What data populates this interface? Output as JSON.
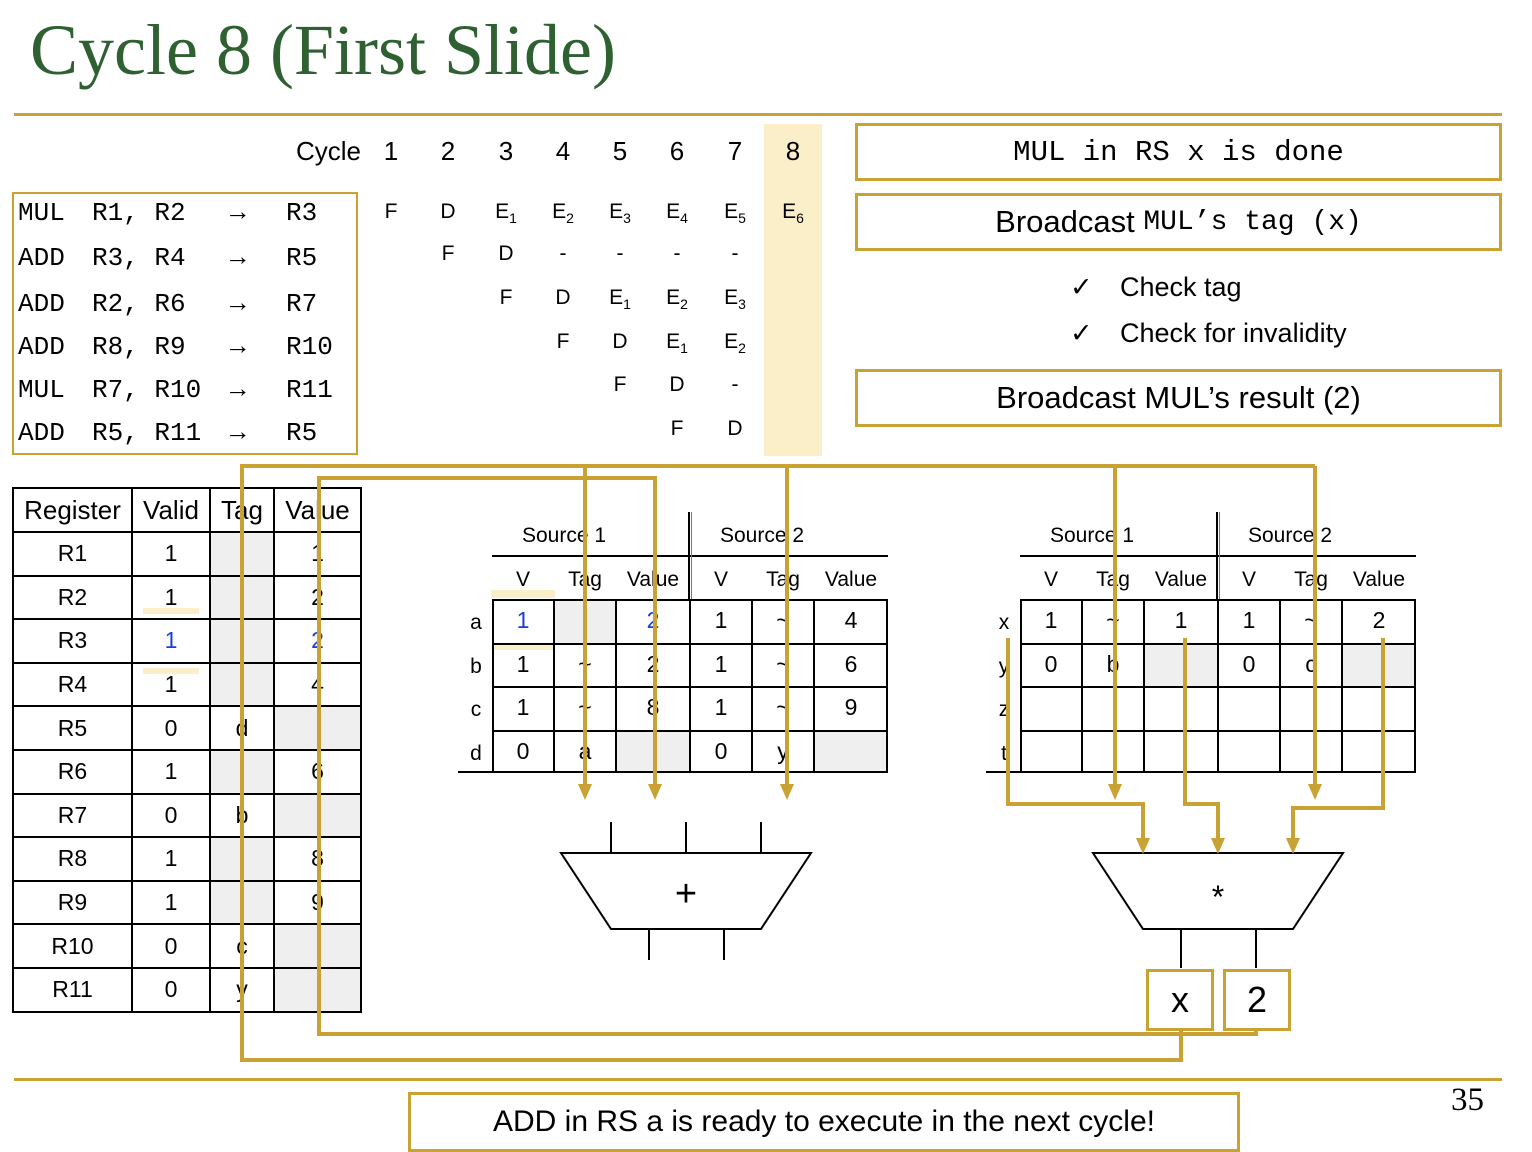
{
  "title": "Cycle 8 (First Slide)",
  "page_number": "35",
  "accent_color": "#c9a233",
  "title_color": "#2f6032",
  "highlight_color": "#fbefc9",
  "timeline": {
    "cycle_label": "Cycle",
    "cycles": [
      "1",
      "2",
      "3",
      "4",
      "5",
      "6",
      "7",
      "8"
    ],
    "rows": [
      [
        "F",
        "D",
        "E1",
        "E2",
        "E3",
        "E4",
        "E5",
        "E6"
      ],
      [
        "",
        "F",
        "D",
        "-",
        "-",
        "-",
        "-",
        ""
      ],
      [
        "",
        "",
        "F",
        "D",
        "E1",
        "E2",
        "E3",
        ""
      ],
      [
        "",
        "",
        "",
        "F",
        "D",
        "E1",
        "E2",
        ""
      ],
      [
        "",
        "",
        "",
        "",
        "F",
        "D",
        "-",
        ""
      ],
      [
        "",
        "",
        "",
        "",
        "",
        "F",
        "D",
        ""
      ]
    ]
  },
  "instructions": [
    {
      "op": "MUL",
      "srcs": "R1, R2",
      "arrow": "→",
      "dst": "R3"
    },
    {
      "op": "ADD",
      "srcs": "R3, R4",
      "arrow": "→",
      "dst": "R5"
    },
    {
      "op": "ADD",
      "srcs": "R2, R6",
      "arrow": "→",
      "dst": "R7"
    },
    {
      "op": "ADD",
      "srcs": "R8, R9",
      "arrow": "→",
      "dst": "R10"
    },
    {
      "op": "MUL",
      "srcs": "R7, R10",
      "arrow": "→",
      "dst": "R11"
    },
    {
      "op": "ADD",
      "srcs": "R5, R11",
      "arrow": "→",
      "dst": "R5"
    }
  ],
  "notes": {
    "box1": "MUL in RS x is done",
    "box2_a": "Broadcast ",
    "box2_b": "MUL’s tag (x)",
    "check_mark": "✓",
    "check1": "Check tag",
    "check2": "Check for invalidity",
    "box3": "Broadcast MUL’s result (2)",
    "bottom": "ADD in RS a is ready to execute in the next cycle!"
  },
  "register_file": {
    "headers": [
      "Register",
      "Valid",
      "Tag",
      "Value"
    ],
    "rows": [
      [
        "R1",
        "1",
        "",
        "1"
      ],
      [
        "R2",
        "1",
        "",
        "2"
      ],
      [
        "R3",
        "1",
        "",
        "2"
      ],
      [
        "R4",
        "1",
        "",
        "4"
      ],
      [
        "R5",
        "0",
        "d",
        ""
      ],
      [
        "R6",
        "1",
        "",
        "6"
      ],
      [
        "R7",
        "0",
        "b",
        ""
      ],
      [
        "R8",
        "1",
        "",
        "8"
      ],
      [
        "R9",
        "1",
        "",
        "9"
      ],
      [
        "R10",
        "0",
        "c",
        ""
      ],
      [
        "R11",
        "0",
        "y",
        ""
      ]
    ]
  },
  "rs_add": {
    "source1": "Source 1",
    "source2": "Source 2",
    "col_headers": [
      "V",
      "Tag",
      "Value",
      "V",
      "Tag",
      "Value"
    ],
    "rows": [
      {
        "label": "a",
        "cells": [
          "1",
          "",
          "2",
          "1",
          "~",
          "4"
        ]
      },
      {
        "label": "b",
        "cells": [
          "1",
          "~",
          "2",
          "1",
          "~",
          "6"
        ]
      },
      {
        "label": "c",
        "cells": [
          "1",
          "~",
          "8",
          "1",
          "~",
          "9"
        ]
      },
      {
        "label": "d",
        "cells": [
          "0",
          "a",
          "",
          "0",
          "y",
          ""
        ]
      }
    ],
    "fu_symbol": "+"
  },
  "rs_mul": {
    "source1": "Source 1",
    "source2": "Source 2",
    "col_headers": [
      "V",
      "Tag",
      "Value",
      "V",
      "Tag",
      "Value"
    ],
    "rows": [
      {
        "label": "x",
        "cells": [
          "1",
          "~",
          "1",
          "1",
          "~",
          "2"
        ]
      },
      {
        "label": "y",
        "cells": [
          "0",
          "b",
          "",
          "0",
          "c",
          ""
        ]
      },
      {
        "label": "z",
        "cells": [
          "",
          "",
          "",
          "",
          "",
          ""
        ]
      },
      {
        "label": "t",
        "cells": [
          "",
          "",
          "",
          "",
          "",
          ""
        ]
      }
    ],
    "fu_symbol": "*",
    "out_tag": "x",
    "out_value": "2"
  }
}
